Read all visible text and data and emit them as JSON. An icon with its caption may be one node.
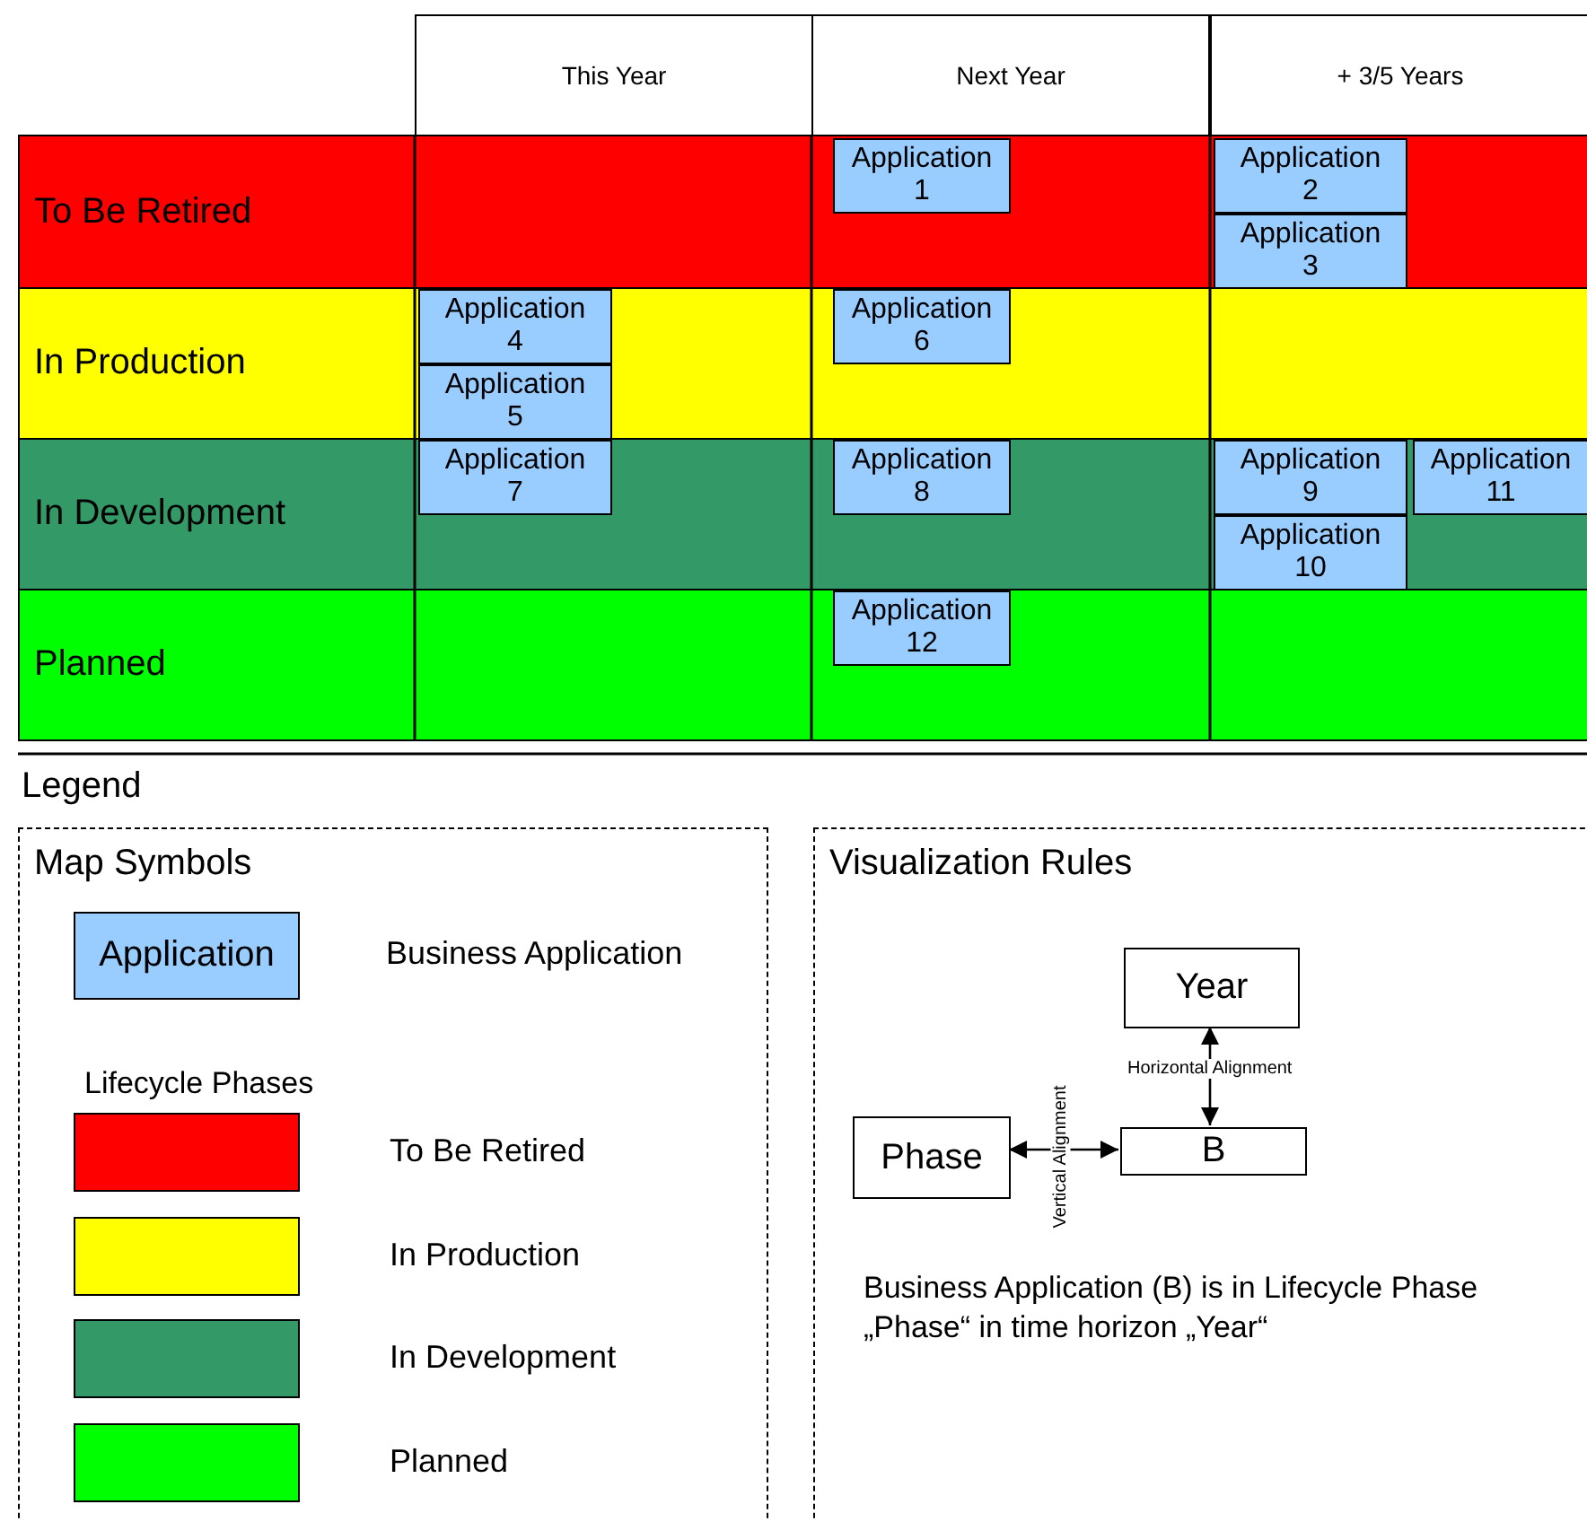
{
  "diagram": {
    "nodes": [
      {
        "text": [
          "This Year"
        ]
      },
      {
        "text": [
          "Next Year"
        ]
      },
      {
        "text": [
          "+ 3/5 Years"
        ]
      },
      {
        "text": [
          "To Be Retired"
        ]
      },
      {
        "text": [
          "Application 1"
        ],
        "in": 3
      },
      {
        "text": [
          "Application 2"
        ],
        "in": 3
      },
      {
        "text": [
          "Application 3"
        ],
        "in": 3
      },
      {
        "text": [
          "In Production"
        ]
      },
      {
        "text": [
          "Application 4"
        ],
        "in": 7
      },
      {
        "text": [
          "Application 5"
        ],
        "in": 7
      },
      {
        "text": [
          "Application 6"
        ],
        "in": 7
      },
      {
        "text": [
          "In Development"
        ]
      },
      {
        "text": [
          "Application 7"
        ],
        "in": 11
      },
      {
        "text": [
          "Application 8"
        ],
        "in": 11
      },
      {
        "text": [
          "Application 9"
        ],
        "in": 11
      },
      {
        "text": [
          "Application 10"
        ],
        "in": 11
      },
      {
        "text": [
          "Application 11"
        ],
        "in": 11
      },
      {
        "text": [
          "Planned"
        ]
      },
      {
        "text": [
          "Application 12"
        ],
        "in": 17
      },
      {
        "text": [
          "Map Symbols"
        ]
      },
      {
        "text": [
          "Application"
        ],
        "in": 19,
        "beside": [
          "Business Application"
        ]
      },
      {
        "text": [
          "Visualization Rules",
          "Business Application (B) is in Lifecycle Phase „Phase“ in time horizon „Year“"
        ]
      },
      {
        "text": [
          "Year"
        ],
        "in": 21
      },
      {
        "text": [
          "Phase"
        ],
        "in": 21
      },
      {
        "text": [
          "B"
        ],
        "in": 21
      }
    ],
    "edges": [
      {
        "from": 24,
        "to": 22,
        "arrow": "both",
        "label": "Horizontal Alignment"
      },
      {
        "from": 23,
        "to": 24,
        "arrow": "both",
        "label": "Vertical Alignment"
      }
    ],
    "labels": [
      "Legend",
      "Lifecycle Phases"
    ],
    "legend": [
      {
        "text": "To Be Retired",
        "color": "#ff0000"
      },
      {
        "text": "In Production",
        "color": "#ffff00"
      },
      {
        "text": "In Development",
        "color": "#339966"
      },
      {
        "text": "Planned",
        "color": "#00ff00"
      }
    ]
  }
}
